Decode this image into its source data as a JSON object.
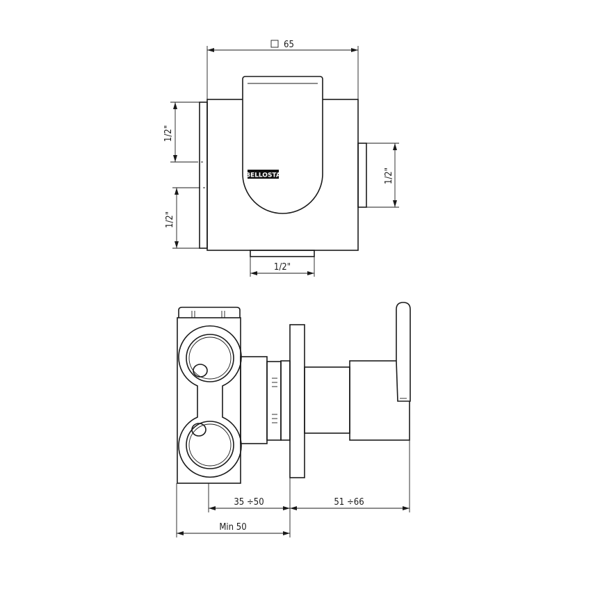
{
  "top_view": {
    "width_dimension": "65",
    "width_symbol": "square-icon",
    "left_upper_inlet": "1/2\"",
    "left_lower_inlet": "1/2\"",
    "right_outlet": "1/2\"",
    "bottom_outlet": "1/2\"",
    "logo_text": "BELLOSTA"
  },
  "side_view": {
    "wall_depth": "35  ÷50",
    "projection": "51  ÷66",
    "min_depth": "Min 50"
  }
}
